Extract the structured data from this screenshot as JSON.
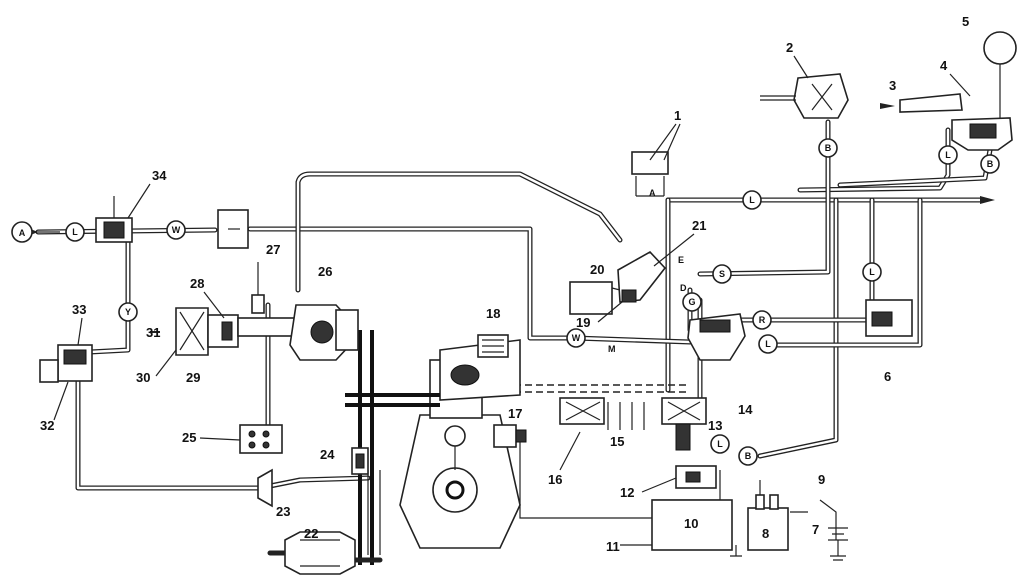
{
  "labels": {
    "n1": "1",
    "n2": "2",
    "n3": "3",
    "n4": "4",
    "n5": "5",
    "n6": "6",
    "n7": "7",
    "n8": "8",
    "n9": "9",
    "n10": "10",
    "n11": "11",
    "n12": "12",
    "n13": "13",
    "n14": "14",
    "n15": "15",
    "n16": "16",
    "n17": "17",
    "n18": "18",
    "n19": "19",
    "n20": "20",
    "n21": "21",
    "n22": "22",
    "n23": "23",
    "n24": "24",
    "n25": "25",
    "n26": "26",
    "n27": "27",
    "n28": "28",
    "n29": "29",
    "n30": "30",
    "n31": "31",
    "n32": "32",
    "n33": "33",
    "n34": "34"
  },
  "circles": {
    "A": "A",
    "L": "L",
    "W": "W",
    "Y": "Y",
    "B": "B",
    "S": "S",
    "G": "G",
    "R": "R"
  },
  "points": {
    "A": "A",
    "E": "E",
    "D": "D",
    "M": "M"
  }
}
